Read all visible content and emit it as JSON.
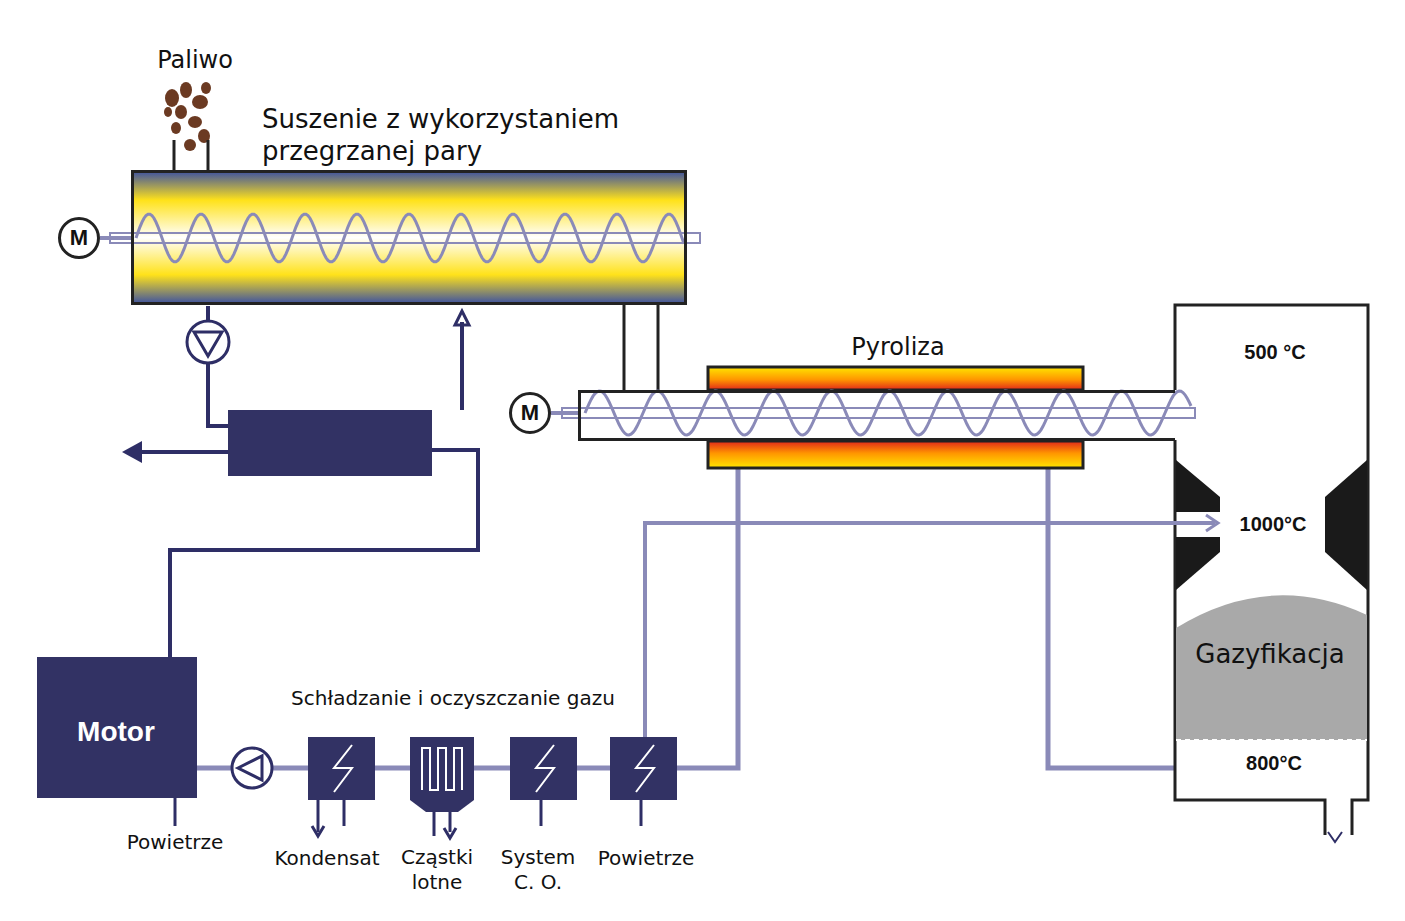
{
  "diagram": {
    "nodes": [
      {
        "text": [
          "Suszenie z wykorzystaniem przegrzanej pary"
        ]
      },
      {
        "text": [
          "M"
        ]
      },
      {
        "text": [
          "Pyroliza"
        ]
      },
      {
        "text": [
          "M"
        ]
      },
      {
        "text": [
          "500 °C",
          "1000°C",
          "Gazyfikacja",
          "800°C"
        ]
      },
      {
        "text": [
          "Motor"
        ]
      }
    ],
    "edges": [
      {
        "from": 1,
        "to": 0,
        "arrow": "none"
      },
      {
        "from": 3,
        "to": 2,
        "arrow": "none"
      },
      {
        "from": 0,
        "to": 2,
        "arrow": "none"
      },
      {
        "from": 4,
        "to": 2,
        "arrow": "none"
      },
      {
        "from": 2,
        "to": 5,
        "arrow": "none"
      }
    ],
    "labels": [
      "Paliwo",
      "Schładzanie i oczyszczanie gazu",
      "Powietrze",
      "Kondensat",
      "Cząstki lotne",
      "System C. O.",
      "Powietrze"
    ]
  }
}
